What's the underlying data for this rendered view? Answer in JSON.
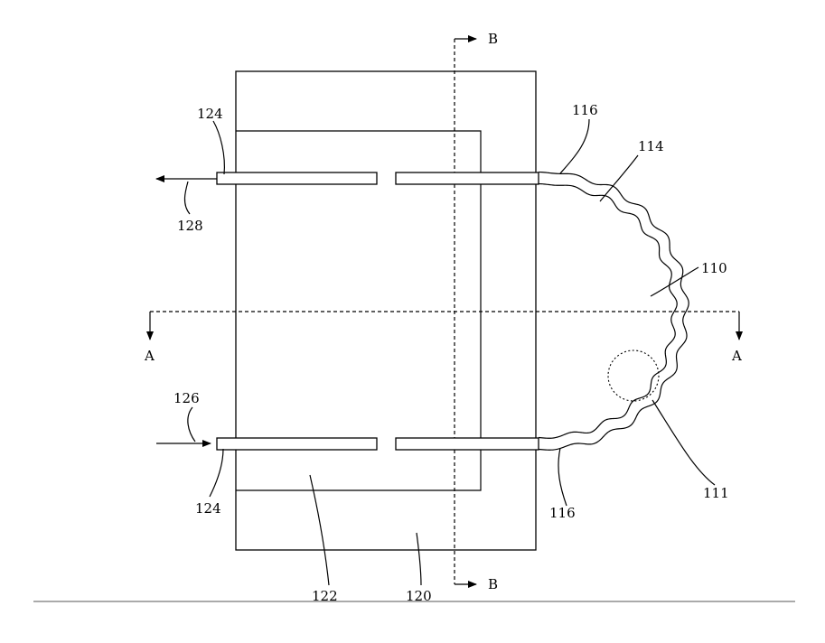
{
  "colors": {
    "line": "#000000",
    "background": "#ffffff"
  },
  "labels": {
    "ref_124_top": "124",
    "ref_124_bottom": "124",
    "ref_116_top": "116",
    "ref_116_bottom": "116",
    "ref_114": "114",
    "ref_110": "110",
    "ref_111": "111",
    "ref_126": "126",
    "ref_128": "128",
    "ref_122": "122",
    "ref_120": "120",
    "section_b_top": "B",
    "section_b_bottom": "B",
    "section_a_left": "A",
    "section_a_right": "A"
  }
}
